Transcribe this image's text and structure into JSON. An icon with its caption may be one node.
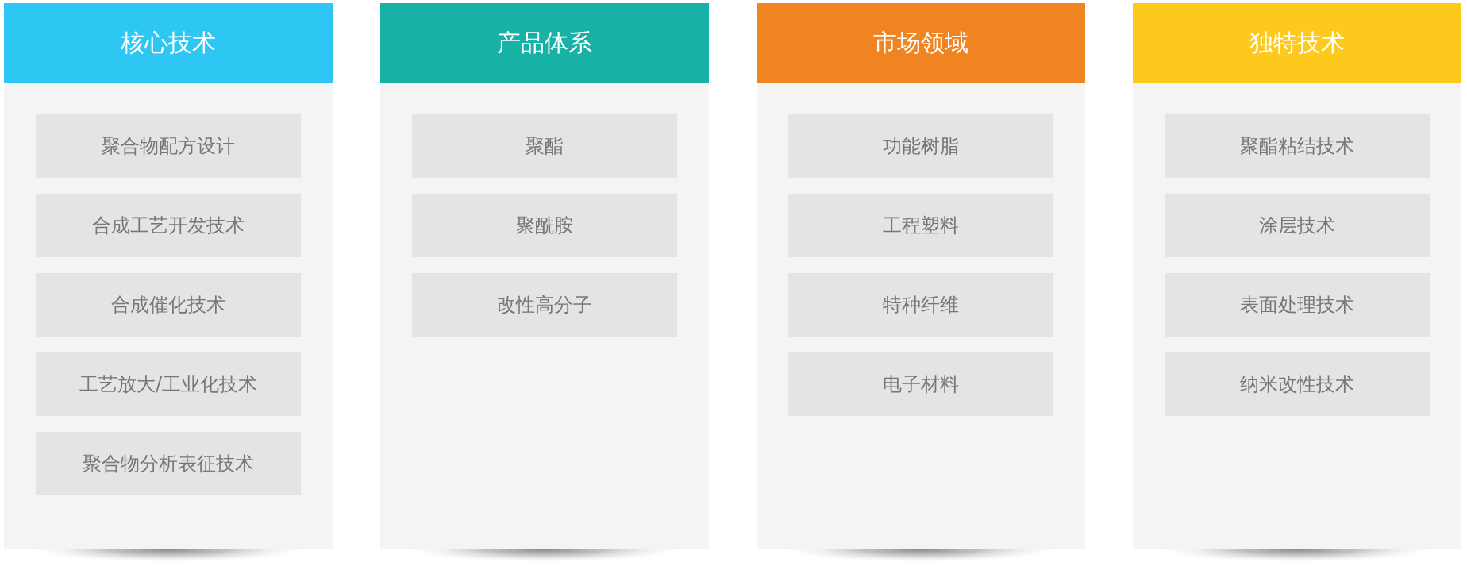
{
  "diagram": {
    "nodes": [
      {
        "text": [
          "核心技术"
        ]
      },
      {
        "text": [
          "聚合物配方设计"
        ],
        "in": 0
      },
      {
        "text": [
          "合成工艺开发技术"
        ],
        "in": 0
      },
      {
        "text": [
          "合成催化技术"
        ],
        "in": 0
      },
      {
        "text": [
          "工艺放大/工业化技术"
        ],
        "in": 0
      },
      {
        "text": [
          "聚合物分析表征技术"
        ],
        "in": 0
      },
      {
        "text": [
          "产品体系"
        ]
      },
      {
        "text": [
          "聚酯"
        ],
        "in": 6
      },
      {
        "text": [
          "聚酰胺"
        ],
        "in": 6
      },
      {
        "text": [
          "改性高分子"
        ],
        "in": 6
      },
      {
        "text": [
          "市场领域"
        ]
      },
      {
        "text": [
          "功能树脂"
        ],
        "in": 10
      },
      {
        "text": [
          "工程塑料"
        ],
        "in": 10
      },
      {
        "text": [
          "特种纤维"
        ],
        "in": 10
      },
      {
        "text": [
          "电子材料"
        ],
        "in": 10
      },
      {
        "text": [
          "独特技术"
        ]
      },
      {
        "text": [
          "聚酯粘结技术"
        ],
        "in": 15
      },
      {
        "text": [
          "涂层技术"
        ],
        "in": 15
      },
      {
        "text": [
          "表面处理技术"
        ],
        "in": 15
      },
      {
        "text": [
          "纳米改性技术"
        ],
        "in": 15
      }
    ]
  }
}
